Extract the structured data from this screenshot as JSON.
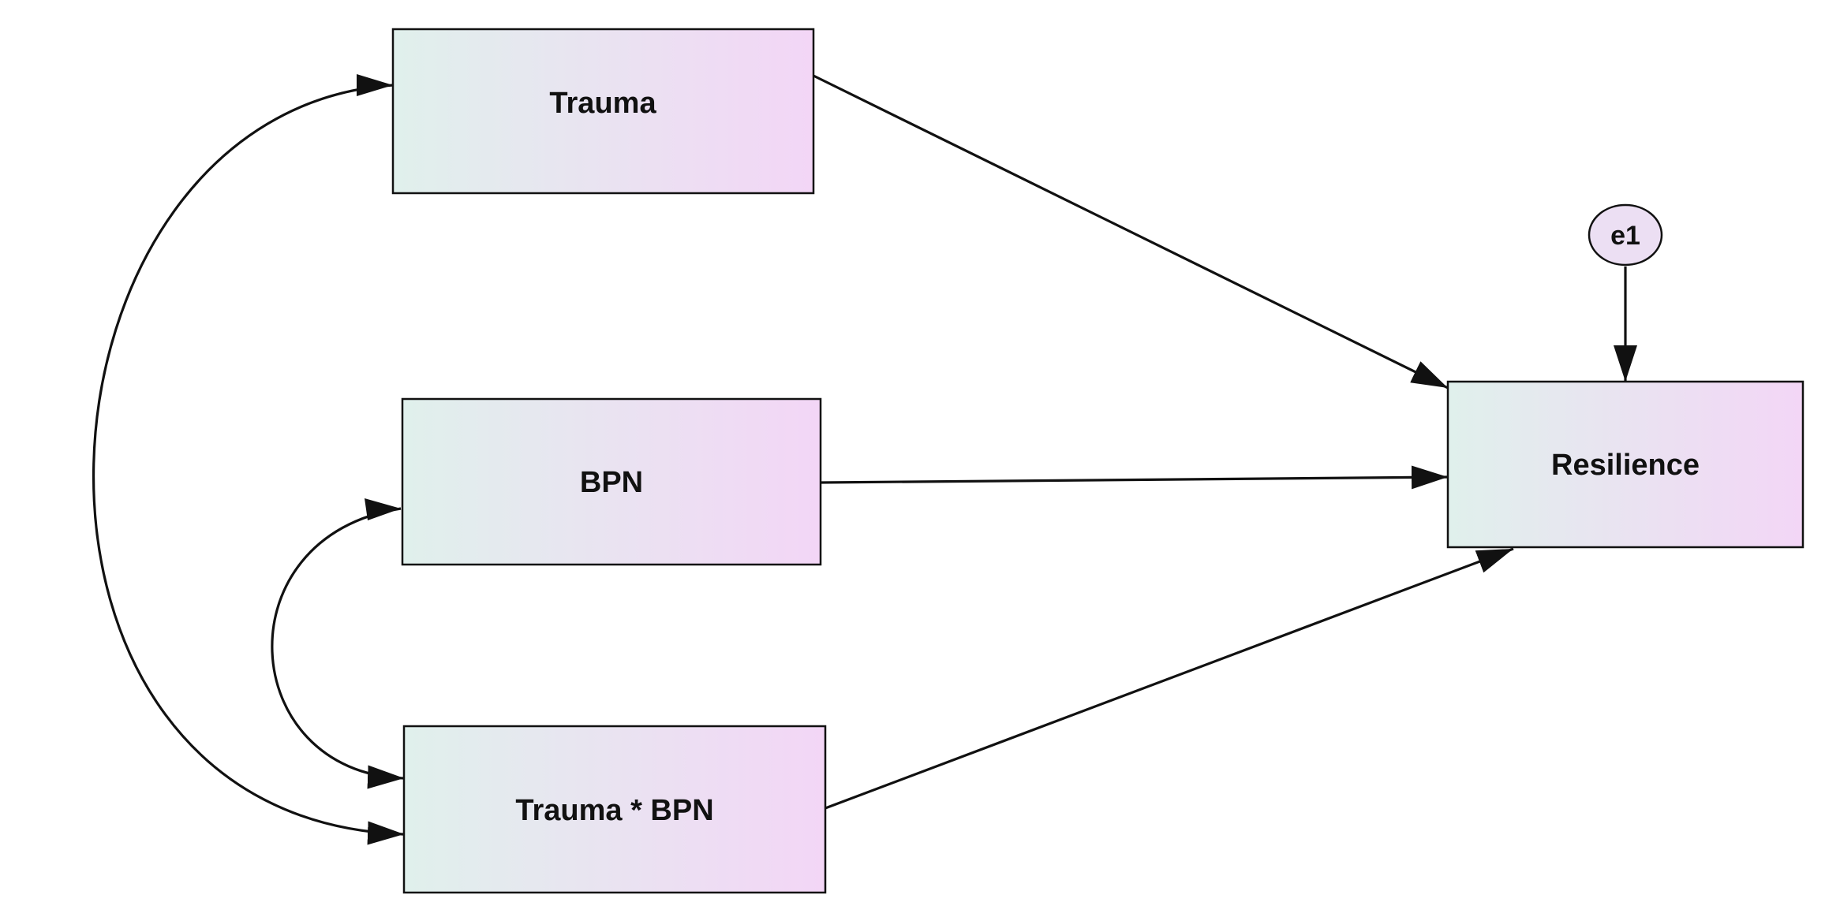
{
  "diagram": {
    "type": "path-diagram",
    "colors": {
      "box_fill_start": "#e0f0ec",
      "box_fill_end": "#f3d6f6",
      "error_fill": "#ecdff3",
      "stroke": "#111111"
    },
    "nodes": {
      "trauma": {
        "label": "Trauma"
      },
      "bpn": {
        "label": "BPN"
      },
      "interaction": {
        "label": "Trauma * BPN"
      },
      "resilience": {
        "label": "Resilience"
      },
      "error": {
        "label": "e1"
      }
    },
    "paths": [
      {
        "from": "Trauma",
        "to": "Resilience",
        "kind": "regression"
      },
      {
        "from": "BPN",
        "to": "Resilience",
        "kind": "regression"
      },
      {
        "from": "Trauma * BPN",
        "to": "Resilience",
        "kind": "regression"
      },
      {
        "from": "e1",
        "to": "Resilience",
        "kind": "error"
      },
      {
        "from": "Trauma",
        "to": "Trauma * BPN",
        "kind": "covariance"
      },
      {
        "from": "BPN",
        "to": "Trauma * BPN",
        "kind": "covariance"
      }
    ]
  }
}
